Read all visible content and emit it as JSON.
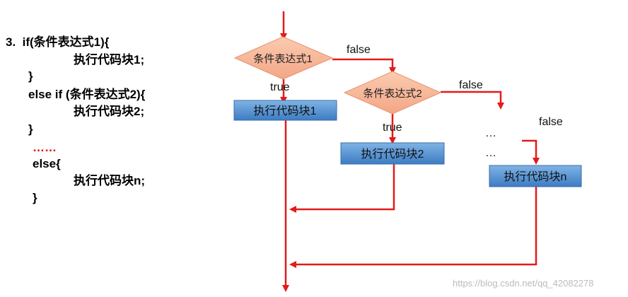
{
  "code": {
    "lines": [
      "3.  if(条件表达式1){",
      "执行代码块1;",
      "}",
      "else if (条件表达式2){",
      "执行代码块2;",
      "}",
      "……",
      "else{",
      "执行代码块n;",
      "}"
    ]
  },
  "diagram": {
    "cond1": "条件表达式1",
    "cond2": "条件表达式2",
    "block1": "执行代码块1",
    "block2": "执行代码块2",
    "blockn": "执行代码块n",
    "true_label": "true",
    "false_label": "false",
    "dots": "…",
    "colors": {
      "arrow": "#e41a1a",
      "diamond_fill": "#f7b89a",
      "diamond_stroke": "#e8906c",
      "block_top": "#6ea7de",
      "block_bottom": "#3f7fc4"
    }
  },
  "watermark": "https://blog.csdn.net/qq_42082278"
}
